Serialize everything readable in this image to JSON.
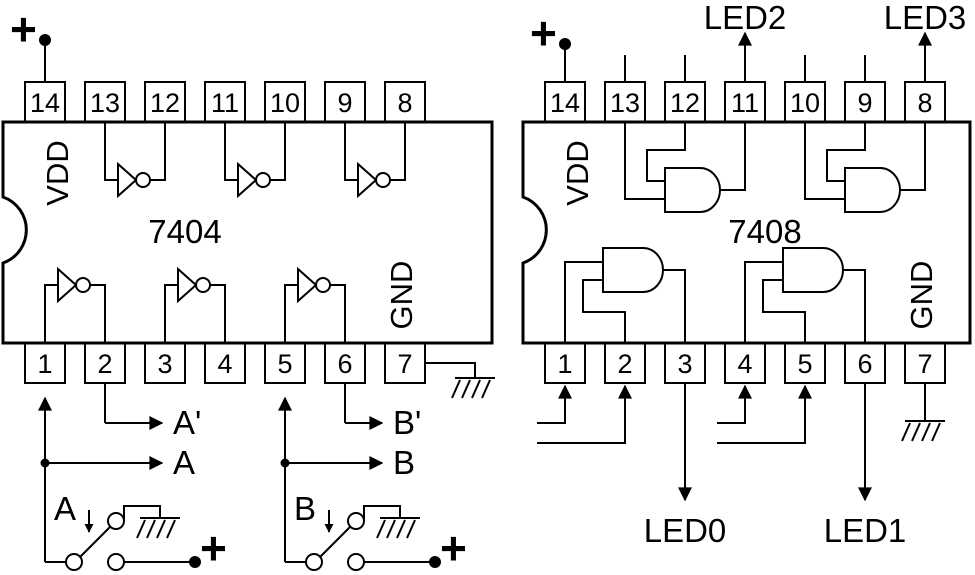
{
  "left_chip": {
    "part": "7404",
    "vdd": "VDD",
    "gnd": "GND",
    "top_pins": [
      "14",
      "13",
      "12",
      "11",
      "10",
      "9",
      "8"
    ],
    "bottom_pins": [
      "1",
      "2",
      "3",
      "4",
      "5",
      "6",
      "7"
    ],
    "signals": {
      "a_out": "A'",
      "a": "A",
      "b_out": "B'",
      "b": "B"
    },
    "switch_a": "A",
    "switch_b": "B",
    "plus": "+"
  },
  "right_chip": {
    "part": "7408",
    "vdd": "VDD",
    "gnd": "GND",
    "top_pins": [
      "14",
      "13",
      "12",
      "11",
      "10",
      "9",
      "8"
    ],
    "bottom_pins": [
      "1",
      "2",
      "3",
      "4",
      "5",
      "6",
      "7"
    ],
    "outputs": {
      "led0": "LED0",
      "led1": "LED1",
      "led2": "LED2",
      "led3": "LED3"
    },
    "plus": "+"
  },
  "colors": {
    "ink": "#000000",
    "paper": "#ffffff"
  }
}
